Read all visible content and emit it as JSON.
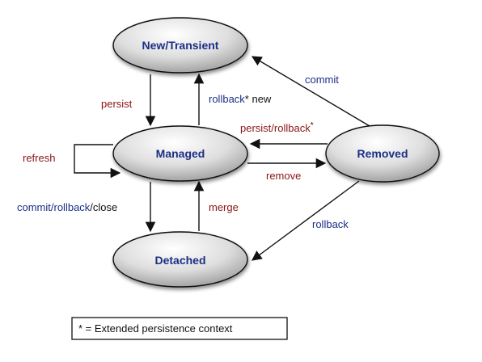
{
  "states": {
    "new_transient": "New/Transient",
    "managed": "Managed",
    "removed": "Removed",
    "detached": "Detached"
  },
  "transitions": {
    "persist": "persist",
    "rollback_new_1": "rollback",
    "rollback_new_2": "* new",
    "refresh": "refresh",
    "commit": "commit",
    "persist_rollback": "persist/rollback",
    "persist_rollback_star": "*",
    "remove": "remove",
    "rollback": "rollback",
    "crc_1": "commit/",
    "crc_2": "rollback",
    "crc_3": "/close",
    "merge": "merge"
  },
  "legend": {
    "text": "* = Extended persistence context"
  },
  "colors": {
    "state_fill_light": "#ffffff",
    "state_fill_dark": "#9a9a9a",
    "state_text": "#1c2f86",
    "label_red": "#8a1414",
    "label_blue": "#1c2f86",
    "arrow": "#111111"
  }
}
